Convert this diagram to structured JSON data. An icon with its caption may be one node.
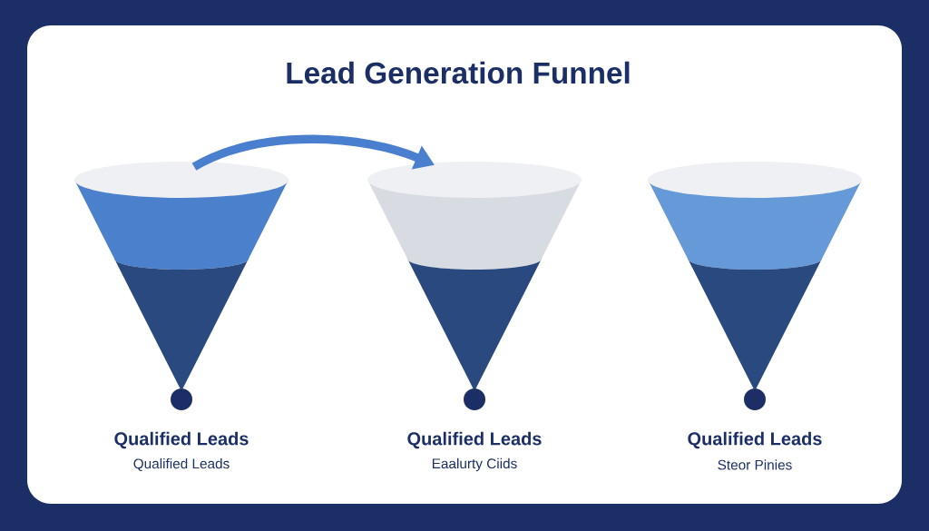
{
  "diagram": {
    "title": "Lead Generation Funnel",
    "nodes": [
      {
        "text": [
          "Qualified Leads",
          "Qualified Leads"
        ]
      },
      {
        "text": [
          "Qualified Leads",
          "Eaalurty Ciids"
        ]
      },
      {
        "text": [
          "Qualified Leads",
          "Steor Pinies"
        ]
      }
    ],
    "edges": [
      {
        "from": 0,
        "to": 1,
        "arrow": "to"
      }
    ]
  }
}
